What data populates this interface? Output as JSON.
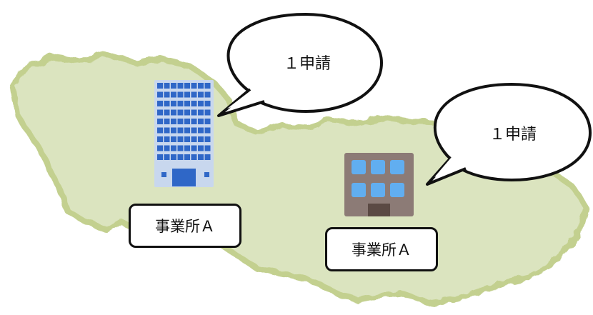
{
  "colors": {
    "map_fill": "#dbe4bf",
    "map_edge": "#c3d08f",
    "tower_glass": "#2f67c7",
    "tower_body": "#c8d7ee",
    "office_body": "#8c7b76",
    "office_window": "#61aef0",
    "outline": "#111111"
  },
  "icons": {
    "map": "region-map-illustration",
    "tower": "office-tower-icon",
    "office": "small-office-building-icon"
  },
  "buildings": [
    {
      "label": "事業所Ａ",
      "bubble": "１申請"
    },
    {
      "label": "事業所Ａ",
      "bubble": "１申請"
    }
  ]
}
